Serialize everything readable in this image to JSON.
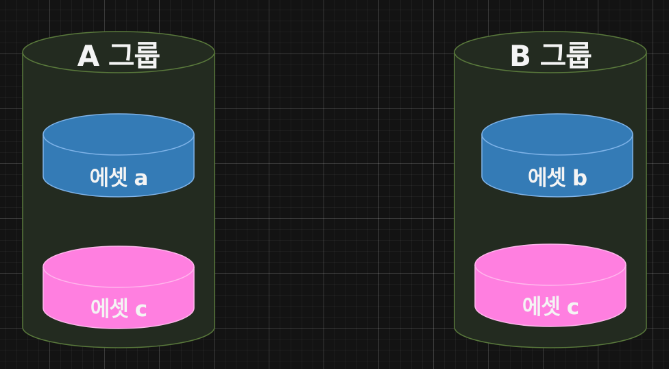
{
  "groups": [
    {
      "title": "A 그룹",
      "assets": [
        {
          "label": "에셋 a",
          "color": "blue"
        },
        {
          "label": "에셋 c",
          "color": "pink"
        }
      ]
    },
    {
      "title": "B 그룹",
      "assets": [
        {
          "label": "에셋 b",
          "color": "blue"
        },
        {
          "label": "에셋 c",
          "color": "pink"
        }
      ]
    }
  ],
  "colors": {
    "background": "#131313",
    "group_fill": "#232b20",
    "group_stroke": "#5a7a3c",
    "blue_fill": "#347bb6",
    "blue_stroke": "#7fb3e8",
    "pink_fill": "#ff7fe0",
    "pink_stroke": "#ffb6ec",
    "text": "#f4f4f4"
  }
}
